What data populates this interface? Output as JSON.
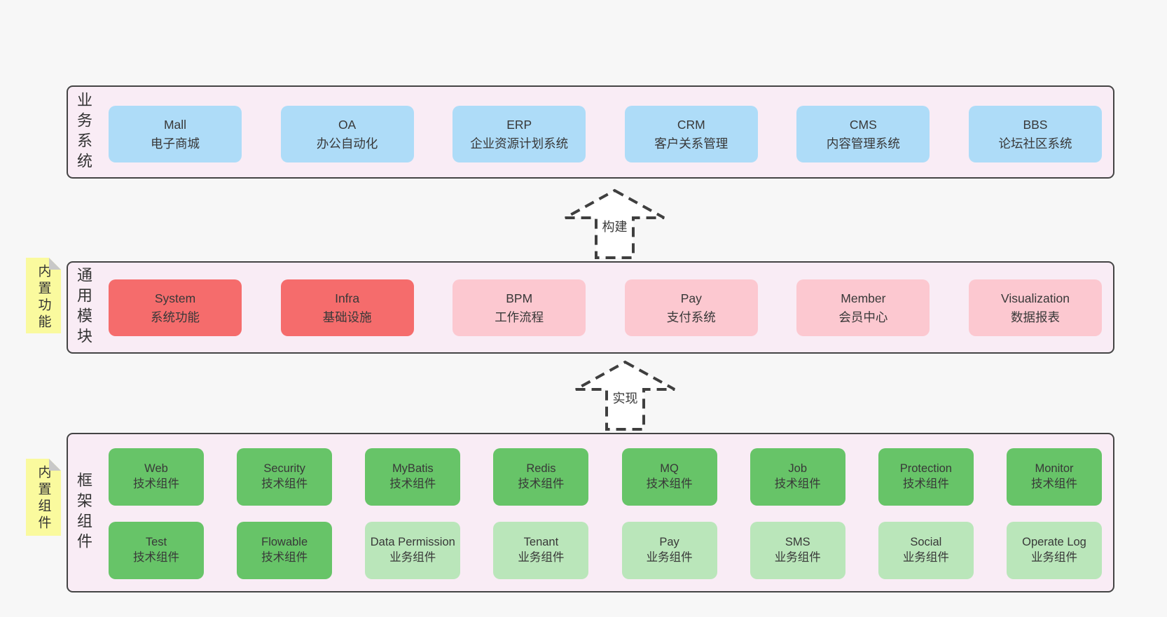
{
  "colors": {
    "page-bg": "#f7f7f7",
    "band-bg": "#f9ecf5",
    "band-border": "#444444",
    "box-blue": "#aedcf8",
    "box-red": "#f56c6c",
    "box-pink": "#fcc8d0",
    "box-green": "#67c468",
    "box-green-light": "#bae6ba",
    "sticky-bg": "#fafa9e",
    "sticky-fold": "#c8c8c8",
    "arrow-stroke": "#3f3f3f",
    "text": "#3a3a3a"
  },
  "arrows": [
    {
      "label": "构建"
    },
    {
      "label": "实现"
    }
  ],
  "stickies": [
    {
      "label": "内置功能"
    },
    {
      "label": "内置组件"
    }
  ],
  "bands": [
    {
      "label": "业务系统",
      "boxes": [
        {
          "title": "Mall",
          "subtitle": "电子商城",
          "variant": "blue"
        },
        {
          "title": "OA",
          "subtitle": "办公自动化",
          "variant": "blue"
        },
        {
          "title": "ERP",
          "subtitle": "企业资源计划系统",
          "variant": "blue"
        },
        {
          "title": "CRM",
          "subtitle": "客户关系管理",
          "variant": "blue"
        },
        {
          "title": "CMS",
          "subtitle": "内容管理系统",
          "variant": "blue"
        },
        {
          "title": "BBS",
          "subtitle": "论坛社区系统",
          "variant": "blue"
        }
      ]
    },
    {
      "label": "通用模块",
      "boxes": [
        {
          "title": "System",
          "subtitle": "系统功能",
          "variant": "red"
        },
        {
          "title": "Infra",
          "subtitle": "基础设施",
          "variant": "red"
        },
        {
          "title": "BPM",
          "subtitle": "工作流程",
          "variant": "pink"
        },
        {
          "title": "Pay",
          "subtitle": "支付系统",
          "variant": "pink"
        },
        {
          "title": "Member",
          "subtitle": "会员中心",
          "variant": "pink"
        },
        {
          "title": "Visualization",
          "subtitle": "数据报表",
          "variant": "pink"
        }
      ]
    },
    {
      "label": "框架组件",
      "rows": [
        [
          {
            "title": "Web",
            "subtitle": "技术组件",
            "variant": "green"
          },
          {
            "title": "Security",
            "subtitle": "技术组件",
            "variant": "green"
          },
          {
            "title": "MyBatis",
            "subtitle": "技术组件",
            "variant": "green"
          },
          {
            "title": "Redis",
            "subtitle": "技术组件",
            "variant": "green"
          },
          {
            "title": "MQ",
            "subtitle": "技术组件",
            "variant": "green"
          },
          {
            "title": "Job",
            "subtitle": "技术组件",
            "variant": "green"
          },
          {
            "title": "Protection",
            "subtitle": "技术组件",
            "variant": "green"
          },
          {
            "title": "Monitor",
            "subtitle": "技术组件",
            "variant": "green"
          }
        ],
        [
          {
            "title": "Test",
            "subtitle": "技术组件",
            "variant": "green"
          },
          {
            "title": "Flowable",
            "subtitle": "技术组件",
            "variant": "green"
          },
          {
            "title": "Data Permission",
            "subtitle": "业务组件",
            "variant": "green-light"
          },
          {
            "title": "Tenant",
            "subtitle": "业务组件",
            "variant": "green-light"
          },
          {
            "title": "Pay",
            "subtitle": "业务组件",
            "variant": "green-light"
          },
          {
            "title": "SMS",
            "subtitle": "业务组件",
            "variant": "green-light"
          },
          {
            "title": "Social",
            "subtitle": "业务组件",
            "variant": "green-light"
          },
          {
            "title": "Operate Log",
            "subtitle": "业务组件",
            "variant": "green-light"
          }
        ]
      ]
    }
  ]
}
